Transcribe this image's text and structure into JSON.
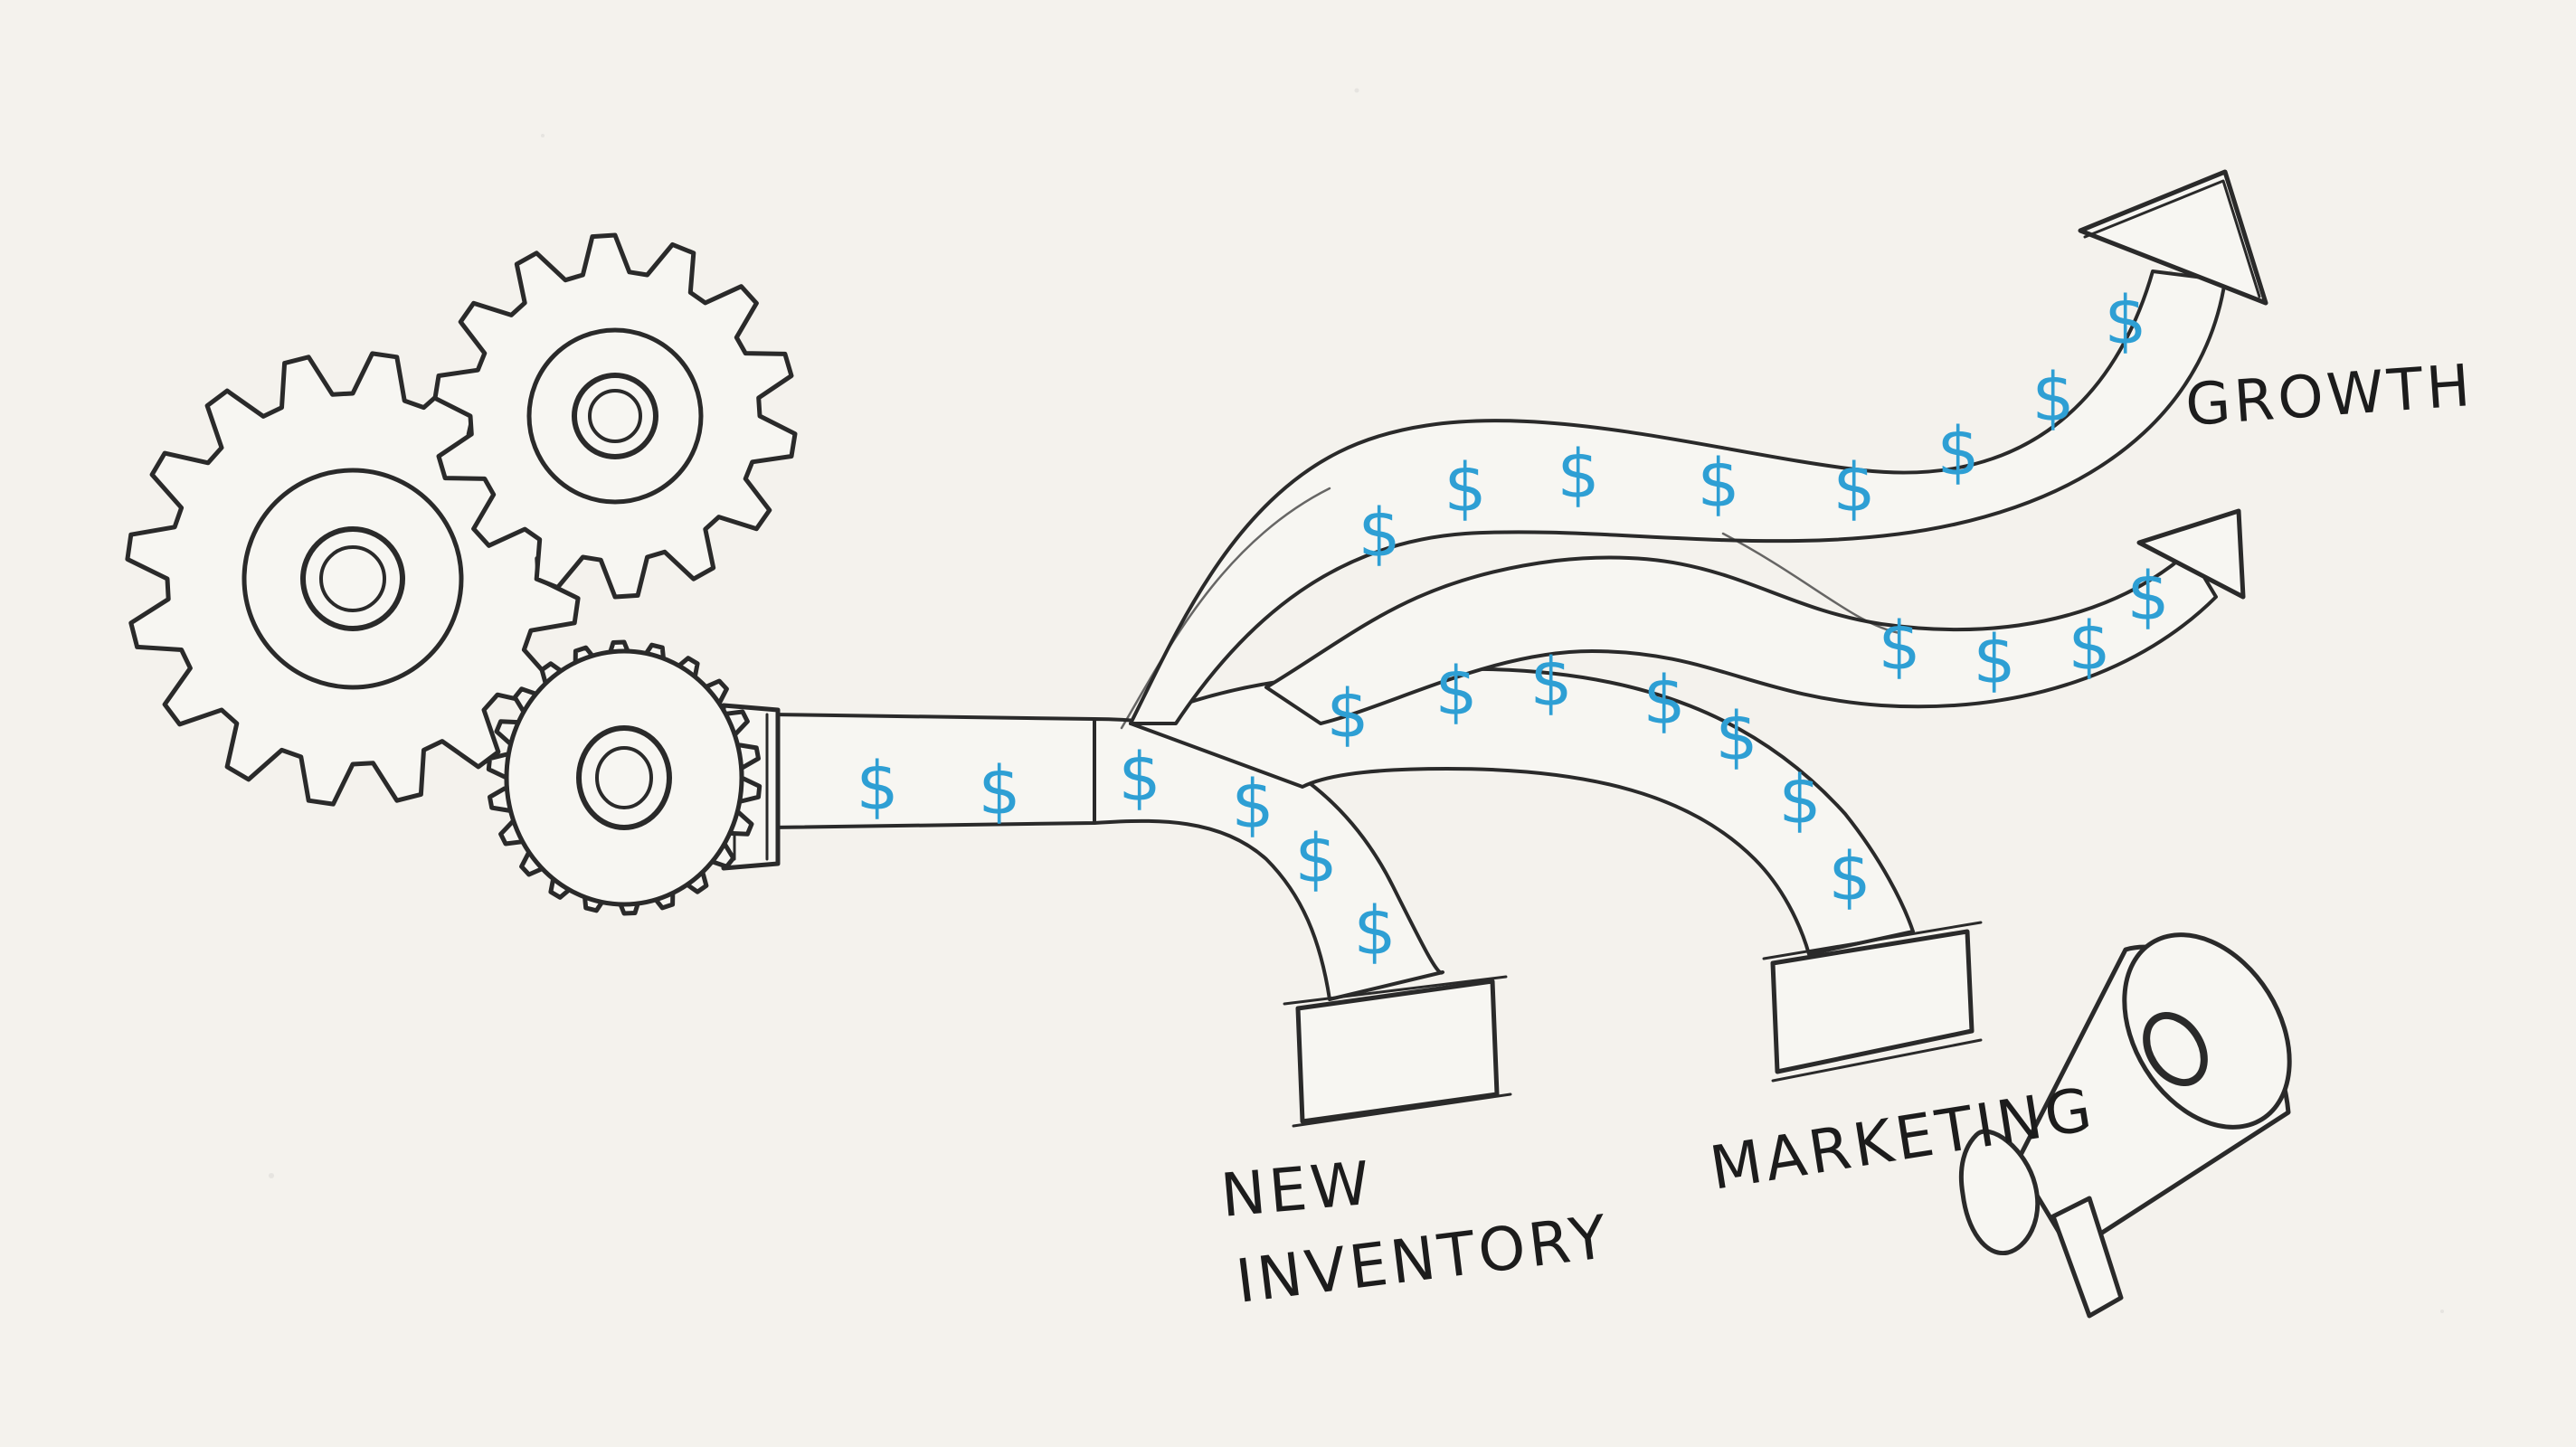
{
  "labels": {
    "growth": "GROWTH",
    "new_inventory_line1": "NEW",
    "new_inventory_line2": "INVENTORY",
    "marketing": "MARKETING"
  },
  "symbols": {
    "currency": "$"
  },
  "colors": {
    "background": "#f4f2ed",
    "ink": "#2a2a2a",
    "dollar": "#2e9fd4"
  },
  "icons": [
    "gear-icon",
    "megaphone-icon",
    "arrow-icon"
  ]
}
